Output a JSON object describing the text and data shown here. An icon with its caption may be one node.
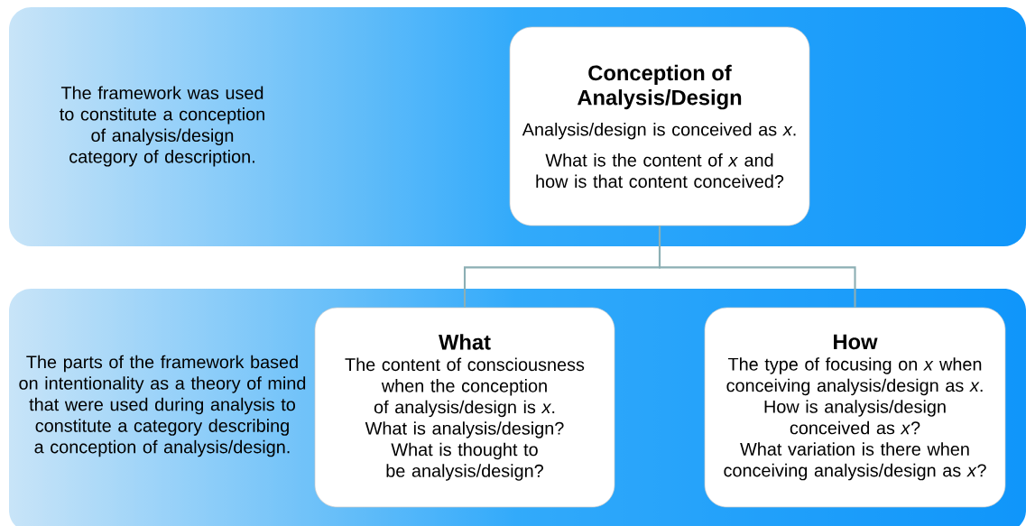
{
  "diagram": {
    "nodes": [
      {
        "text": [
          "The framework was used to constitute a conception of analysis/design category of description."
        ]
      },
      {
        "text": [
          "Conception of Analysis/Design",
          "Analysis/design is conceived as *x*.",
          "What is the content of *x* and how is that content conceived?"
        ],
        "in": 0
      },
      {
        "text": [
          "The parts of the framework based on intentionality as a theory of mind that were used during analysis to constitute a category describing a conception of analysis/design."
        ]
      },
      {
        "text": [
          "What",
          "The content of consciousness when the conception of analysis/design is *x*.",
          "What is analysis/design?",
          "What is thought to be analysis/design?"
        ],
        "in": 2
      },
      {
        "text": [
          "How",
          "The type of focusing on *x* when conceiving analysis/design as *x*.",
          "How is analysis/design conceived as *x*?",
          "What variation is there when conceiving analysis/design as *x*?"
        ],
        "in": 2
      }
    ],
    "edges": [
      {
        "from": 1,
        "to": 3,
        "arrow": "none"
      },
      {
        "from": 1,
        "to": 4,
        "arrow": "none"
      }
    ]
  }
}
